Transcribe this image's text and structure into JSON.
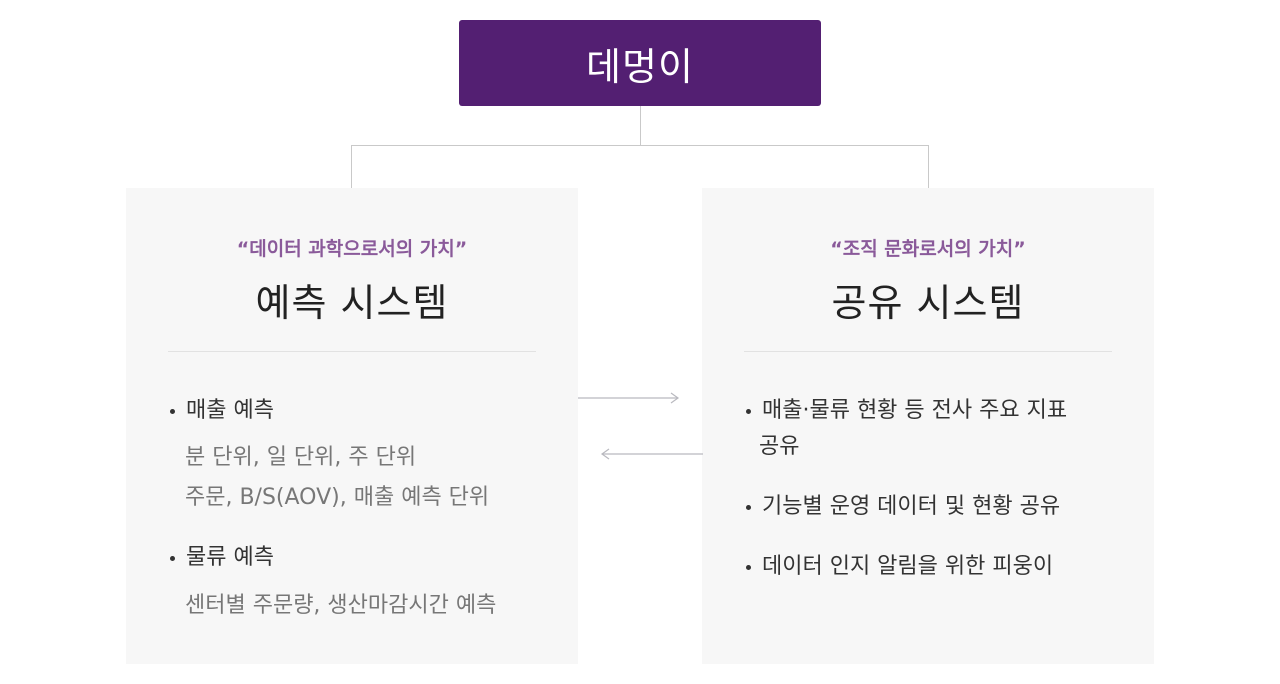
{
  "root": {
    "label": "데멍이"
  },
  "left_panel": {
    "subtitle": "“데이터 과학으로서의 가치”",
    "title": "예측 시스템",
    "items": [
      {
        "label": "매출 예측",
        "details": [
          "분 단위, 일 단위, 주 단위",
          "주문, B/S(AOV), 매출 예측 단위"
        ]
      },
      {
        "label": "물류 예측",
        "details": [
          "센터별 주문량, 생산마감시간 예측"
        ]
      }
    ]
  },
  "right_panel": {
    "subtitle": "“조직 문화로서의 가치”",
    "title": "공유 시스템",
    "items": [
      {
        "label_line1": "매출·물류 현황 등 전사 주요 지표",
        "label_line2": "공유"
      },
      {
        "label": "기능별 운영 데이터 및 현황 공유"
      },
      {
        "label": "데이터 인지 알림을 위한 피웅이"
      }
    ]
  },
  "colors": {
    "root_bg": "#531f72",
    "subtitle": "#8a5a9a",
    "panel_bg": "#f7f7f7",
    "connector": "#c9c9c9"
  }
}
